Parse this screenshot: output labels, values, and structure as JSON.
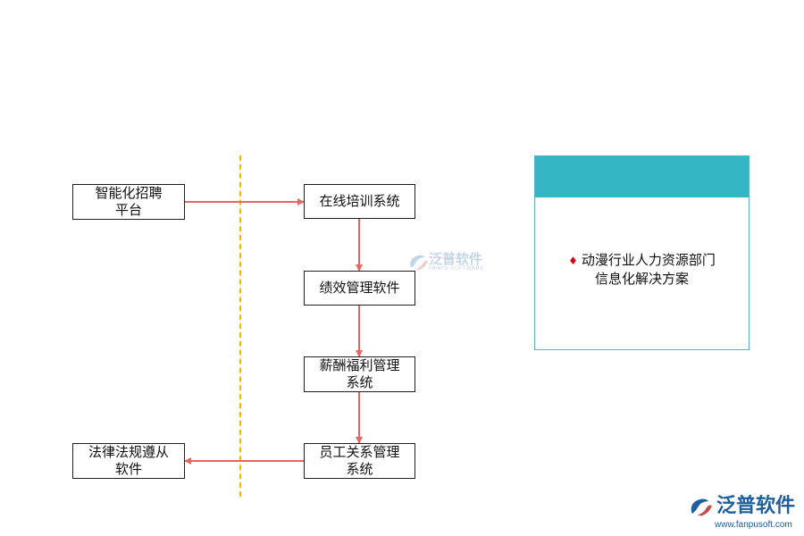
{
  "diagram": {
    "left_nodes": {
      "recruit": [
        "智能化招聘",
        "平台"
      ],
      "legal": [
        "法律法规遵从",
        "软件"
      ]
    },
    "center_nodes": {
      "training": [
        "在线培训系统"
      ],
      "performance": [
        "绩效管理软件"
      ],
      "salary": [
        "薪酬福利管理",
        "系统"
      ],
      "relations": [
        "员工关系管理",
        "系统"
      ]
    },
    "panel": {
      "line1": "动漫行业人力资源部门",
      "line2": "信息化解决方案"
    }
  },
  "colors": {
    "arrow": "#e8665f",
    "divider": "#f2b800",
    "panel_header": "#33b5c4",
    "bullet": "#d9001b",
    "brand": "#1e5f9c"
  },
  "watermark": {
    "text": "泛普软件",
    "sub": "FANPU SOFTWARE"
  },
  "brand": {
    "name": "泛普软件",
    "url": "www.fanpusoft.com"
  }
}
